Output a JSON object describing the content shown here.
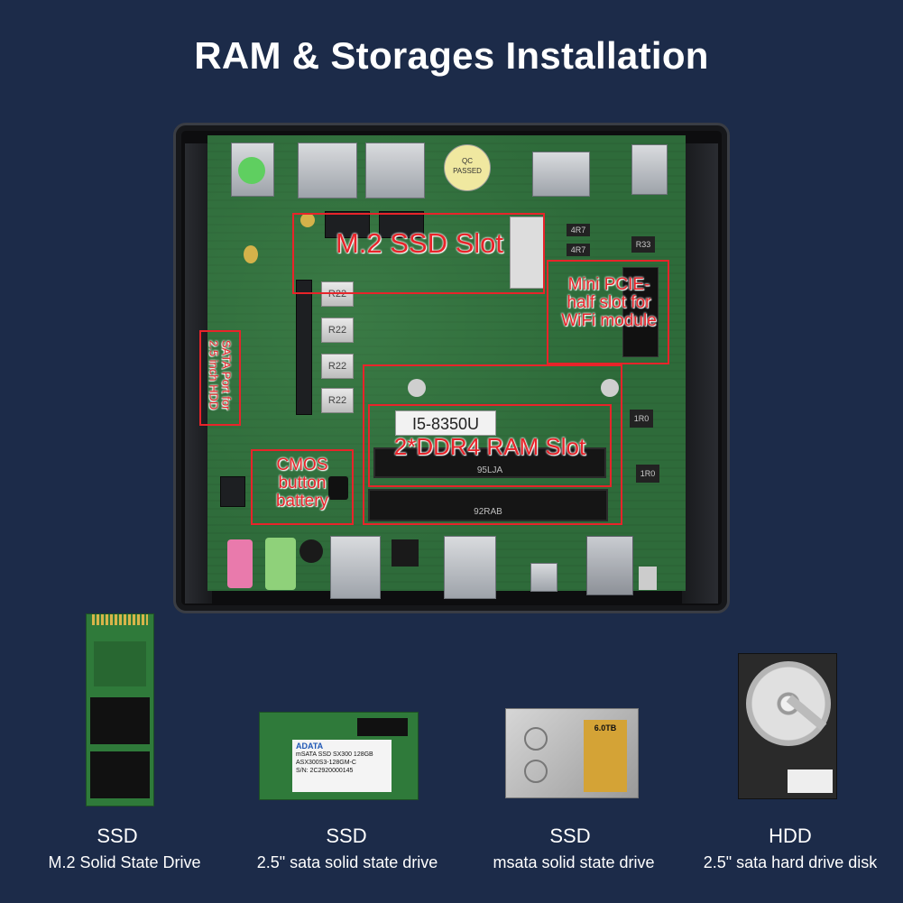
{
  "title": "RAM & Storages Installation",
  "board": {
    "annotations": {
      "m2": "M.2 SSD Slot",
      "minipcie_1": "Mini PCIE-",
      "minipcie_2": "half slot for",
      "minipcie_3": "WiFi module",
      "sata_1": "SATA Port for",
      "sata_2": "2.5 inch HDD",
      "ram": "2*DDR4 RAM Slot",
      "cmos_1": "CMOS",
      "cmos_2": "button",
      "cmos_3": "battery"
    },
    "cpu_label": "I5-8350U",
    "silkscreen": {
      "inductor": "R22",
      "qc1": "QC",
      "qc2": "PASSED",
      "ram_top": "95LJA",
      "ram_bottom": "92RAB",
      "r33": "R33",
      "r47a": "4R7",
      "r47b": "4R7",
      "r1a": "1R0",
      "r1b": "1R0"
    }
  },
  "products": [
    {
      "type": "SSD",
      "desc": "M.2 Solid State Drive"
    },
    {
      "type": "SSD",
      "desc": "2.5\" sata solid state drive"
    },
    {
      "type": "SSD",
      "desc": "msata solid state drive"
    },
    {
      "type": "HDD",
      "desc": "2.5\" sata hard drive disk"
    }
  ],
  "msata_label": {
    "brand": "ADATA",
    "line1": "mSATA SSD SX300 128GB",
    "line2": "ASX300S3-128GM-C",
    "line3": "S/N: 2C2920000145"
  },
  "hdd_label": {
    "cap": "6.0TB"
  },
  "colors": {
    "background": "#1c2b49",
    "annotation": "#e8242a",
    "pcb_green": "#2e6b3a"
  }
}
